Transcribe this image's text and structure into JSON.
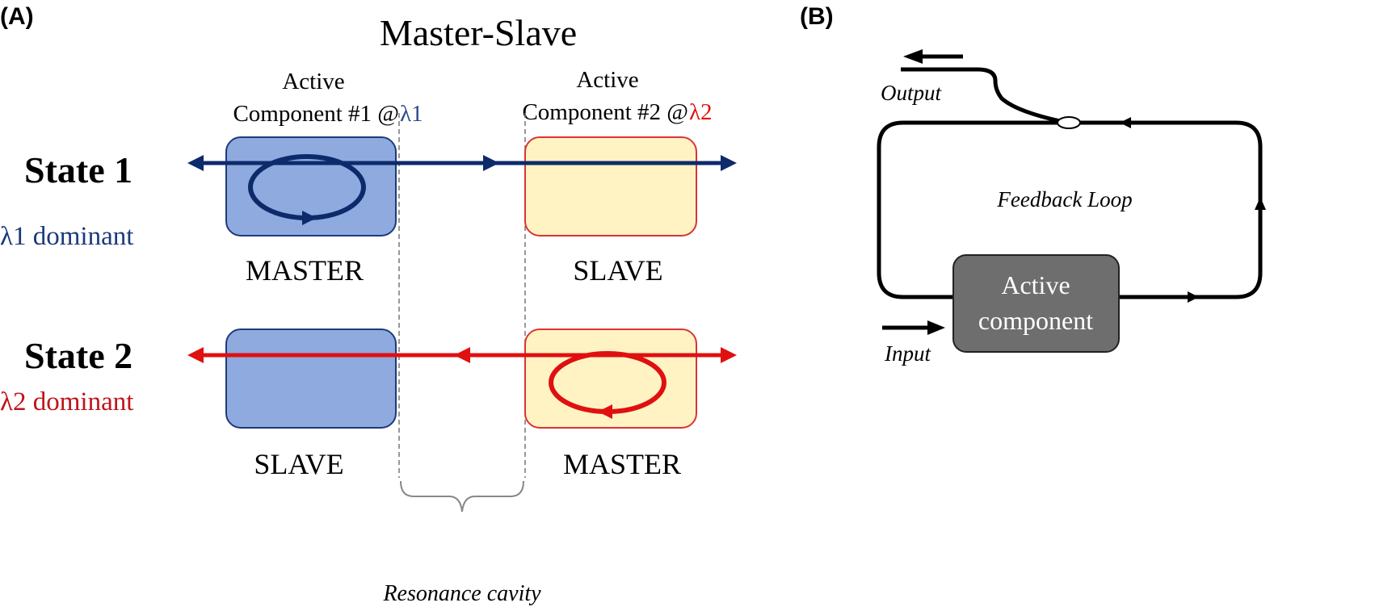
{
  "panel_a": {
    "label": "(A)",
    "title": "Master-Slave",
    "component1": {
      "line1": "Active",
      "line2": "Component #1 @",
      "lambda": "λ1"
    },
    "component2": {
      "line1": "Active",
      "line2": "Component #2 @",
      "lambda": "λ2"
    },
    "state1": {
      "label": "State 1",
      "dominant": "λ1 dominant",
      "left_role": "MASTER",
      "right_role": "SLAVE"
    },
    "state2": {
      "label": "State 2",
      "dominant": "λ2 dominant",
      "left_role": "SLAVE",
      "right_role": "MASTER"
    },
    "cavity_label": "Resonance cavity",
    "colors": {
      "blue": "#0d2a6b",
      "red": "#e01010",
      "blue_box": "#8eaadf",
      "yellow_box": "#fff3c4"
    }
  },
  "panel_b": {
    "label": "(B)",
    "output_label": "Output",
    "input_label": "Input",
    "loop_label": "Feedback Loop",
    "component": {
      "line1": "Active",
      "line2": "component"
    },
    "colors": {
      "box": "#6e6e6e"
    }
  }
}
